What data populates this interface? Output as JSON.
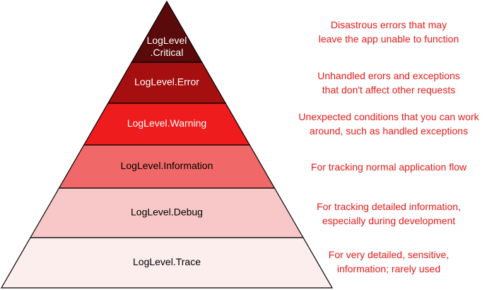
{
  "diagram": {
    "levels": [
      {
        "id": "critical",
        "label_lines": [
          "LogLevel",
          ".Critical"
        ],
        "fill": "#5a0a0a",
        "text_color": "#ffffff",
        "description_lines": [
          "Disastrous errors that may",
          "leave the app unable to function"
        ]
      },
      {
        "id": "error",
        "label_lines": [
          "LogLevel.Error"
        ],
        "fill": "#a50f0f",
        "text_color": "#ffffff",
        "description_lines": [
          "Unhandled erors and exceptions",
          "that don't affect other requests"
        ]
      },
      {
        "id": "warning",
        "label_lines": [
          "LogLevel.Warning"
        ],
        "fill": "#ee1c1c",
        "text_color": "#ffffff",
        "description_lines": [
          "Unexpected conditions that you can work",
          "around, such as handled exceptions"
        ]
      },
      {
        "id": "information",
        "label_lines": [
          "LogLevel.Information"
        ],
        "fill": "#f06868",
        "text_color": "#000000",
        "description_lines": [
          "For tracking normal application flow"
        ]
      },
      {
        "id": "debug",
        "label_lines": [
          "LogLevel.Debug"
        ],
        "fill": "#f8c8c8",
        "text_color": "#000000",
        "description_lines": [
          "For tracking detailed information,",
          "especially during development"
        ]
      },
      {
        "id": "trace",
        "label_lines": [
          "LogLevel.Trace"
        ],
        "fill": "#fdeeee",
        "text_color": "#000000",
        "description_lines": [
          "For very detailed, sensitive,",
          "information; rarely used"
        ]
      }
    ],
    "outline_color": "#000000",
    "description_color": "#e31b1b"
  }
}
